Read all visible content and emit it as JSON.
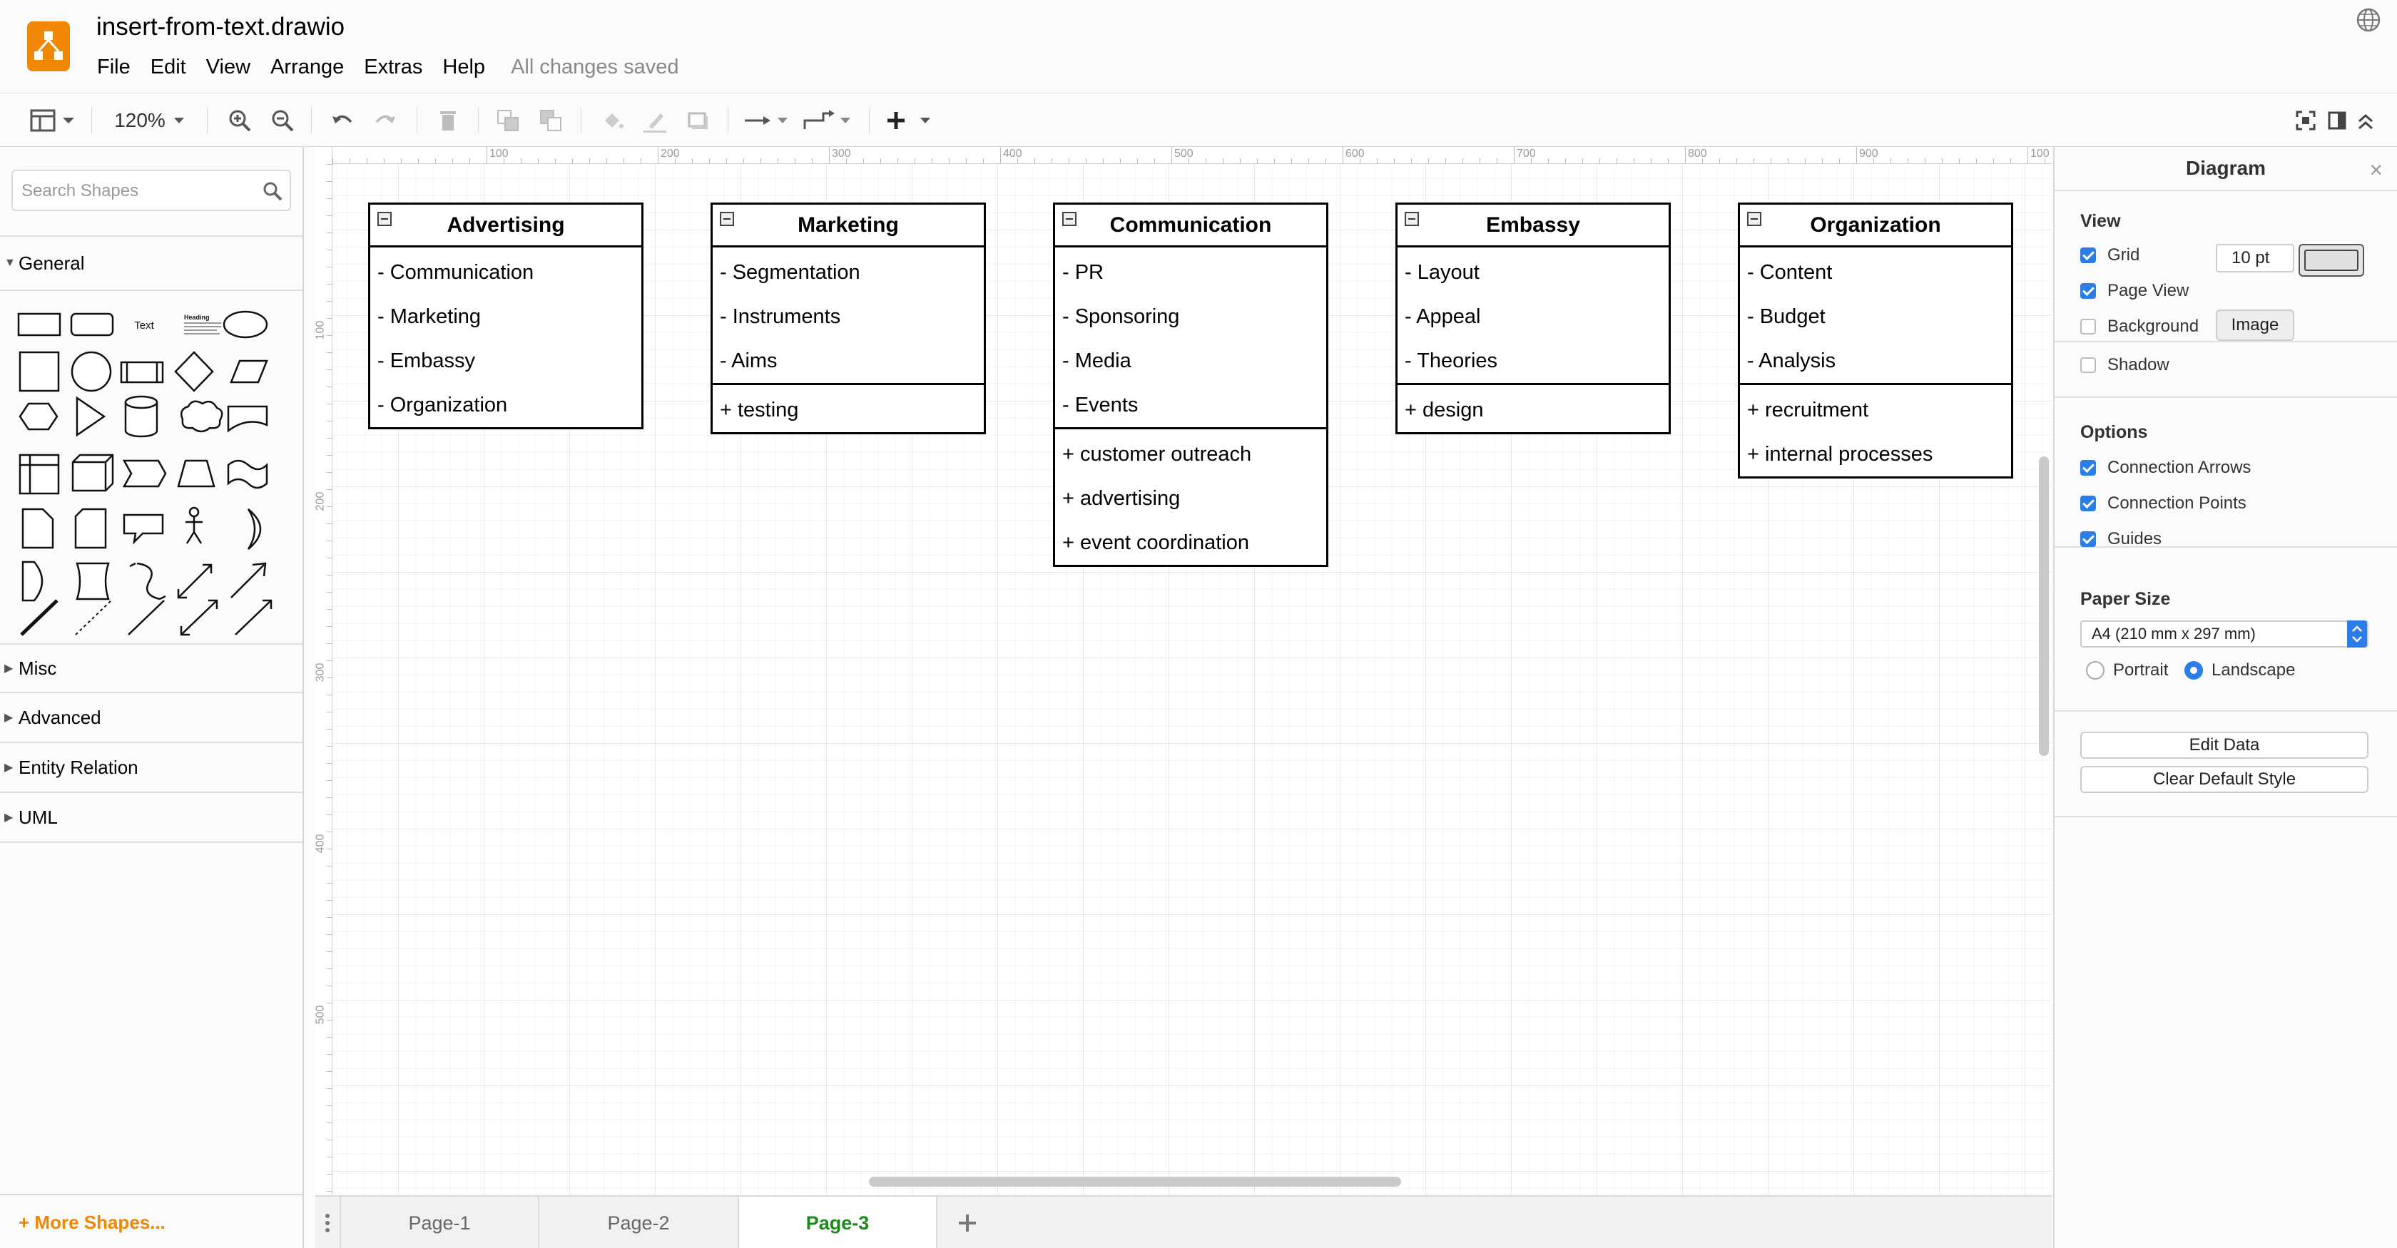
{
  "app": {
    "doc_title": "insert-from-text.drawio",
    "save_status": "All changes saved",
    "menu": [
      "File",
      "Edit",
      "View",
      "Arrange",
      "Extras",
      "Help"
    ]
  },
  "toolbar": {
    "zoom": "120%",
    "icons": [
      "format-panel-icon",
      "zoom-in-icon",
      "zoom-out-icon",
      "undo-icon",
      "redo-icon",
      "delete-icon",
      "to-front-icon",
      "to-back-icon",
      "fill-color-icon",
      "line-color-icon",
      "shadow-icon",
      "connection-icon",
      "waypoints-icon",
      "insert-icon",
      "fullscreen-icon",
      "toggle-panel-icon",
      "collapse-icon"
    ]
  },
  "sidebar": {
    "search_placeholder": "Search Shapes",
    "sections": [
      "General",
      "Misc",
      "Advanced",
      "Entity Relation",
      "UML"
    ],
    "text_shape": "Text",
    "heading_shape": "Heading",
    "more_shapes": "+ More Shapes..."
  },
  "ruler": {
    "top": [
      "100",
      "200",
      "300",
      "400",
      "500",
      "600",
      "700",
      "800",
      "900",
      "100"
    ],
    "left": [
      "100",
      "200",
      "300",
      "400",
      "500"
    ]
  },
  "classes": [
    {
      "name": "Advertising",
      "attrs": [
        "- Communication",
        "- Marketing",
        "- Embassy",
        "- Organization"
      ],
      "methods": []
    },
    {
      "name": "Marketing",
      "attrs": [
        "- Segmentation",
        "- Instruments",
        "- Aims"
      ],
      "methods": [
        "+ testing"
      ]
    },
    {
      "name": "Communication",
      "attrs": [
        "- PR",
        "- Sponsoring",
        "- Media",
        "- Events"
      ],
      "methods": [
        "+ customer outreach",
        "+ advertising",
        "+ event coordination"
      ]
    },
    {
      "name": "Embassy",
      "attrs": [
        "- Layout",
        "- Appeal",
        "- Theories"
      ],
      "methods": [
        "+ design"
      ]
    },
    {
      "name": "Organization",
      "attrs": [
        "- Content",
        "- Budget",
        "- Analysis"
      ],
      "methods": [
        "+ recruitment",
        "+ internal processes"
      ]
    }
  ],
  "pages": [
    "Page-1",
    "Page-2",
    "Page-3"
  ],
  "active_page": "Page-3",
  "panel": {
    "title": "Diagram",
    "view_title": "View",
    "grid_label": "Grid",
    "grid_size": "10 pt",
    "page_view_label": "Page View",
    "background_label": "Background",
    "image_button": "Image",
    "shadow_label": "Shadow",
    "options_title": "Options",
    "connection_arrows": "Connection Arrows",
    "connection_points": "Connection Points",
    "guides": "Guides",
    "paper_size_title": "Paper Size",
    "paper_size_value": "A4 (210 mm x 297 mm)",
    "portrait": "Portrait",
    "landscape": "Landscape",
    "edit_data": "Edit Data",
    "clear_default_style": "Clear Default Style"
  },
  "colors": {
    "accent": "#2b7de9",
    "brand": "#f08705",
    "active_tab": "#1a8a1a"
  }
}
